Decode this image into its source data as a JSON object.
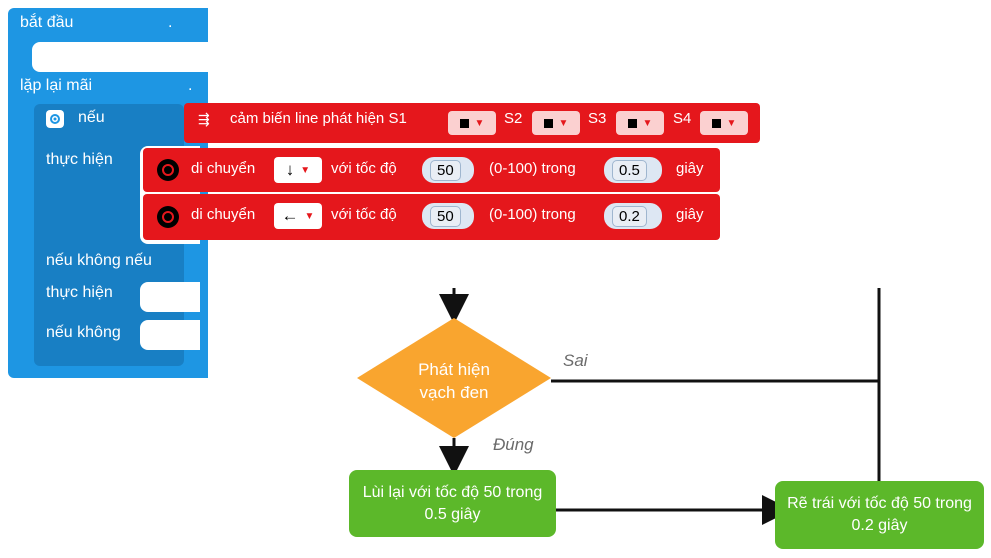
{
  "blocks": {
    "start_label": "bắt đầu",
    "loop_label": "lặp lại mãi",
    "if_label": "nếu",
    "do_label": "thực hiện",
    "elseif_label": "nếu không nếu",
    "do2_label": "thực hiện",
    "else_label": "nếu không",
    "sensor": {
      "label": "cảm biến line phát hiện S1",
      "s2": "S2",
      "s3": "S3",
      "s4": "S4"
    },
    "move1": {
      "label": "di chuyển",
      "direction": "↓",
      "speed_label": "với tốc độ",
      "speed": "50",
      "range_label": "(0-100) trong",
      "duration": "0.5",
      "unit": "giây"
    },
    "move2": {
      "label": "di chuyển",
      "direction": "←",
      "speed_label": "với tốc độ",
      "speed": "50",
      "range_label": "(0-100) trong",
      "duration": "0.2",
      "unit": "giây"
    },
    "dot": "."
  },
  "flowchart": {
    "decision": "Phát hiện vạch đen",
    "false_label": "Sai",
    "true_label": "Đúng",
    "action_true": "Lùi lại với tốc độ 50 trong 0.5 giây",
    "action_false": "Rẽ trái với tốc độ 50 trong 0.2 giây"
  },
  "colors": {
    "block_blue": "#1e96e3",
    "block_red": "#e5171c",
    "decision_orange": "#f9a52f",
    "action_green": "#5cb82a"
  }
}
